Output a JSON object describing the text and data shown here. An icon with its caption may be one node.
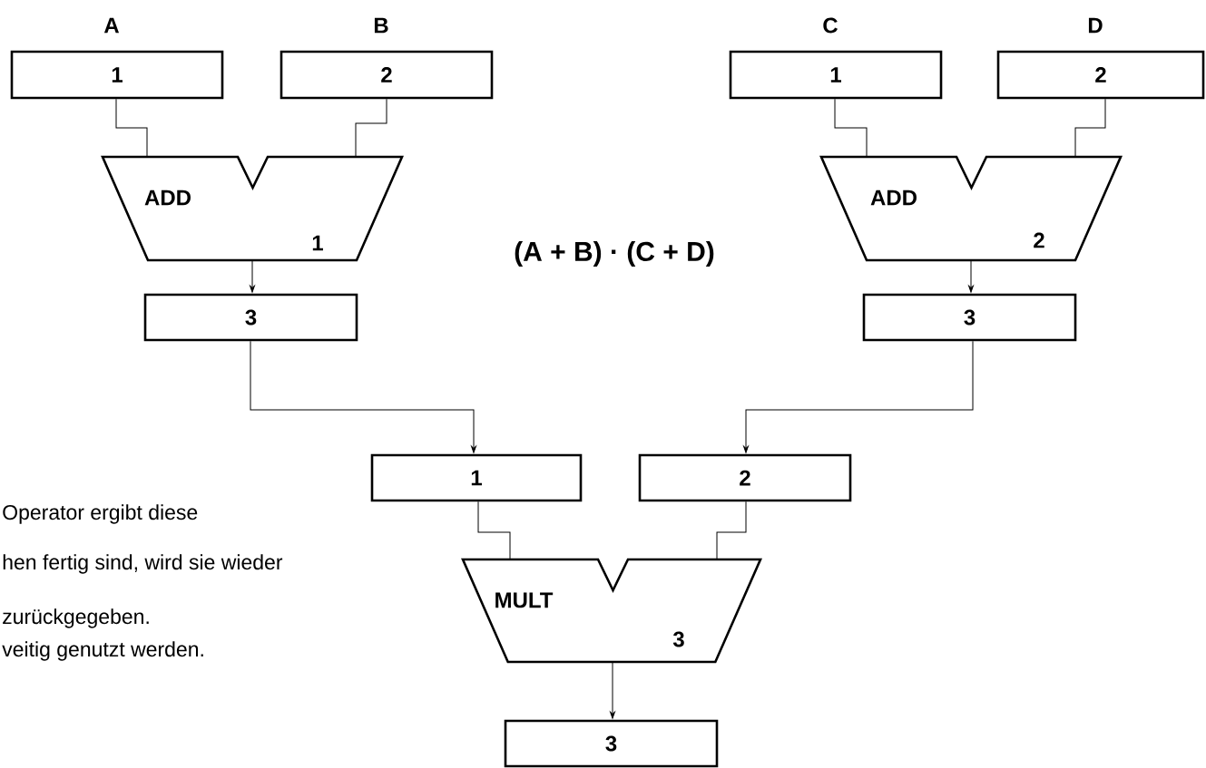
{
  "diagram": {
    "nodes": [
      {
        "text": [
          "A",
          "1"
        ]
      },
      {
        "text": [
          "B",
          "2"
        ]
      },
      {
        "text": [
          "ADD",
          "1"
        ]
      },
      {
        "text": [
          "C",
          "1"
        ]
      },
      {
        "text": [
          "D",
          "2"
        ]
      },
      {
        "text": [
          "ADD",
          "2"
        ]
      },
      {
        "text": [
          "3"
        ]
      },
      {
        "text": [
          "3"
        ]
      },
      {
        "text": [
          "1"
        ]
      },
      {
        "text": [
          "2"
        ]
      },
      {
        "text": [
          "MULT",
          "3"
        ]
      },
      {
        "text": [
          "3"
        ]
      }
    ],
    "edges": [
      {
        "from": 0,
        "to": 2,
        "arrow": "none"
      },
      {
        "from": 1,
        "to": 2,
        "arrow": "none"
      },
      {
        "from": 2,
        "to": 6,
        "arrow": "to"
      },
      {
        "from": 3,
        "to": 5,
        "arrow": "none"
      },
      {
        "from": 4,
        "to": 5,
        "arrow": "none"
      },
      {
        "from": 5,
        "to": 7,
        "arrow": "to"
      },
      {
        "from": 6,
        "to": 8,
        "arrow": "to"
      },
      {
        "from": 7,
        "to": 9,
        "arrow": "to"
      },
      {
        "from": 8,
        "to": 10,
        "arrow": "none"
      },
      {
        "from": 9,
        "to": 10,
        "arrow": "none"
      },
      {
        "from": 10,
        "to": 11,
        "arrow": "to"
      }
    ],
    "labels": [
      "(A + B) · (C + D)",
      "Operator ergibt diese",
      "hen fertig sind, wird sie wieder",
      "zurückgegeben.",
      "veitig genutzt werden."
    ]
  }
}
